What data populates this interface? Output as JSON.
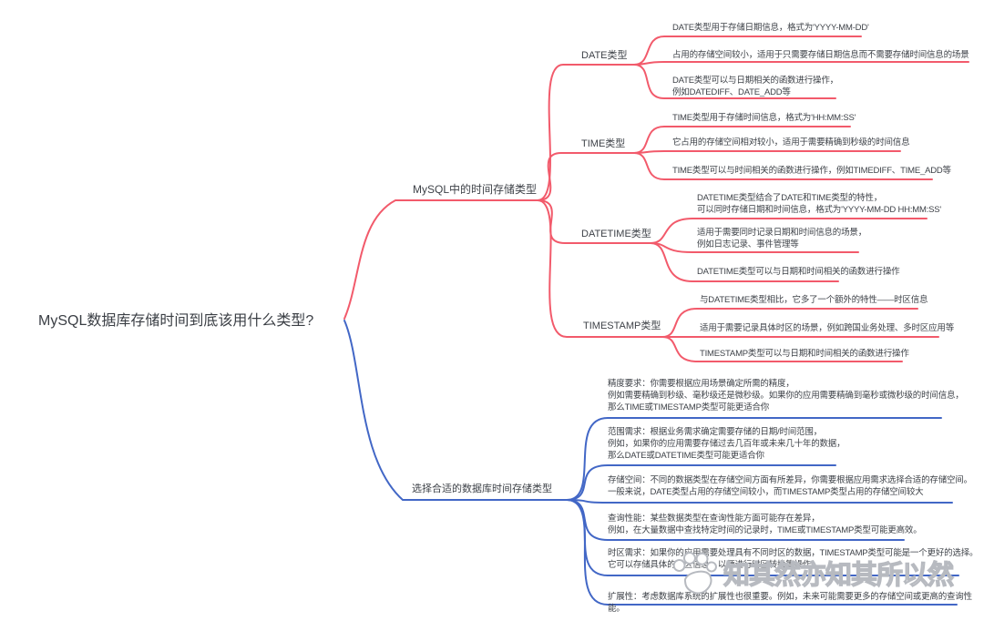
{
  "root": {
    "label": "MySQL数据库存储时间到底该用什么类型?"
  },
  "branches": [
    {
      "label": "MySQL中的时间存储类型",
      "color": "#f25a6b",
      "children": [
        {
          "label": "DATE类型",
          "leaves": [
            "DATE类型用于存储日期信息，格式为'YYYY-MM-DD'",
            "占用的存储空间较小，适用于只需要存储日期信息而不需要存储时间信息的场景",
            "DATE类型可以与日期相关的函数进行操作，\n例如DATEDIFF、DATE_ADD等"
          ]
        },
        {
          "label": "TIME类型",
          "leaves": [
            "TIME类型用于存储时间信息，格式为'HH:MM:SS'",
            "它占用的存储空间相对较小，适用于需要精确到秒级的时间信息",
            "TIME类型可以与时间相关的函数进行操作，例如TIMEDIFF、TIME_ADD等"
          ]
        },
        {
          "label": "DATETIME类型",
          "leaves": [
            "DATETIME类型结合了DATE和TIME类型的特性，\n可以同时存储日期和时间信息，格式为'YYYY-MM-DD HH:MM:SS'",
            "适用于需要同时记录日期和时间信息的场景，\n例如日志记录、事件管理等",
            "DATETIME类型可以与日期和时间相关的函数进行操作"
          ]
        },
        {
          "label": "TIMESTAMP类型",
          "leaves": [
            "与DATETIME类型相比，它多了一个额外的特性——时区信息",
            "适用于需要记录具体时区的场景，例如跨国业务处理、多时区应用等",
            "TIMESTAMP类型可以与日期和时间相关的函数进行操作"
          ]
        }
      ]
    },
    {
      "label": "选择合适的数据库时间存储类型",
      "color": "#4267c6",
      "leaves": [
        "精度要求：你需要根据应用场景确定所需的精度，\n例如需要精确到秒级、毫秒级还是微秒级。如果你的应用需要精确到毫秒或微秒级的时间信息，\n那么TIME或TIMESTAMP类型可能更适合你",
        "范围需求：根据业务需求确定需要存储的日期/时间范围，\n例如，如果你的应用需要存储过去几百年或未来几十年的数据，\n那么DATE或DATETIME类型可能更适合你",
        "存储空间：不同的数据类型在存储空间方面有所差异，你需要根据应用需求选择合适的存储空间。\n一般来说，DATE类型占用的存储空间较小，而TIMESTAMP类型占用的存储空间较大",
        "查询性能：某些数据类型在查询性能方面可能存在差异，\n例如，在大量数据中查找特定时间的记录时，TIME或TIMESTAMP类型可能更高效。",
        "时区需求：如果你的应用需要处理具有不同时区的数据，TIMESTAMP类型可能是一个更好的选择。\n它可以存储具体的时区信息，以便进行时区转换等操作",
        "扩展性：考虑数据库系统的扩展性也很重要。例如，未来可能需要更多的存储空间或更高的查询性能。"
      ]
    }
  ],
  "watermark": {
    "text": "知其然亦知其所以然",
    "icon": "paw-icon"
  },
  "colors": {
    "branch_top": "#f25a6b",
    "branch_bottom": "#4267c6",
    "text": "#3e4248"
  }
}
